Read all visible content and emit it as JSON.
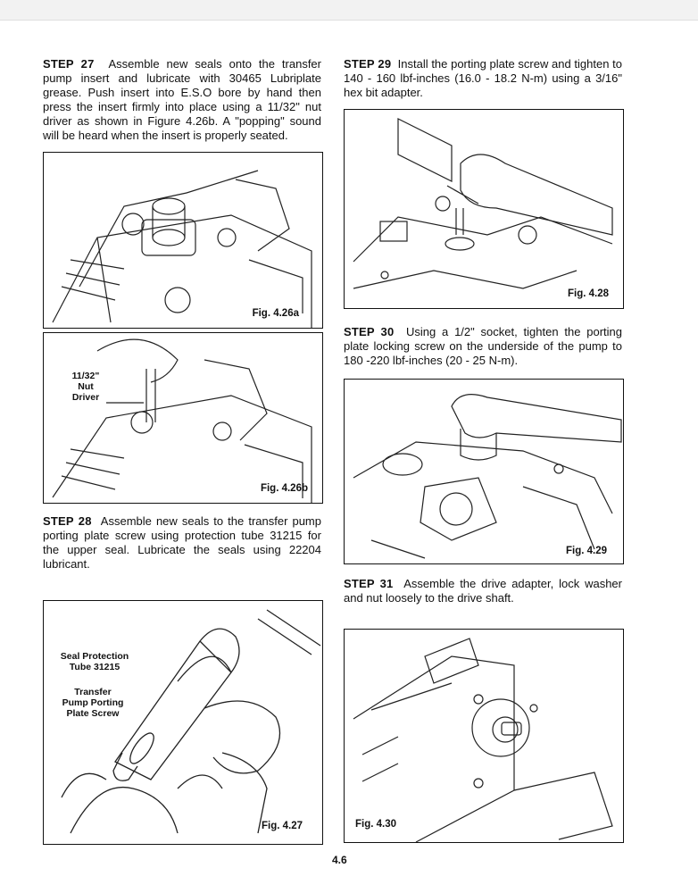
{
  "steps": {
    "s27": {
      "label": "STEP 27",
      "text": "Assemble new seals onto the transfer pump insert and lubricate with 30465 Lubriplate grease. Push insert into E.S.O bore by hand then press the insert firmly into place using a 11/32\" nut driver as shown in Figure 4.26b. A \"popping\" sound will be heard when the insert is properly seated."
    },
    "s28": {
      "label": "STEP 28",
      "text": "Assemble new seals to the transfer pump porting plate screw using protection tube 31215 for the upper seal. Lubricate the seals using 22204 lubricant."
    },
    "s29": {
      "label": "STEP 29",
      "text": "Install the porting plate screw and tighten to 140 - 160 lbf-inches (16.0 - 18.2 N-m) using a 3/16\" hex bit adapter."
    },
    "s30": {
      "label": "STEP 30",
      "text": "Using a 1/2\" socket, tighten the porting plate locking screw on the underside of the pump to 180 -220 lbf-inches (20 - 25 N-m)."
    },
    "s31": {
      "label": "STEP 31",
      "text": "Assemble the drive adapter, lock washer and nut loosely to the drive shaft."
    }
  },
  "figures": {
    "f426a": {
      "caption": "Fig. 4.26a"
    },
    "f426b": {
      "caption": "Fig. 4.26b",
      "callout_1": "11/32\"",
      "callout_2": "Nut",
      "callout_3": "Driver"
    },
    "f427": {
      "caption": "Fig. 4.27",
      "callout_a1": "Seal Protection",
      "callout_a2": "Tube 31215",
      "callout_b1": "Transfer",
      "callout_b2": "Pump Porting",
      "callout_b3": "Plate Screw"
    },
    "f428": {
      "caption": "Fig. 4.28"
    },
    "f429": {
      "caption": "Fig. 4.29"
    },
    "f430": {
      "caption": "Fig. 4.30"
    }
  },
  "page_number": "4.6"
}
